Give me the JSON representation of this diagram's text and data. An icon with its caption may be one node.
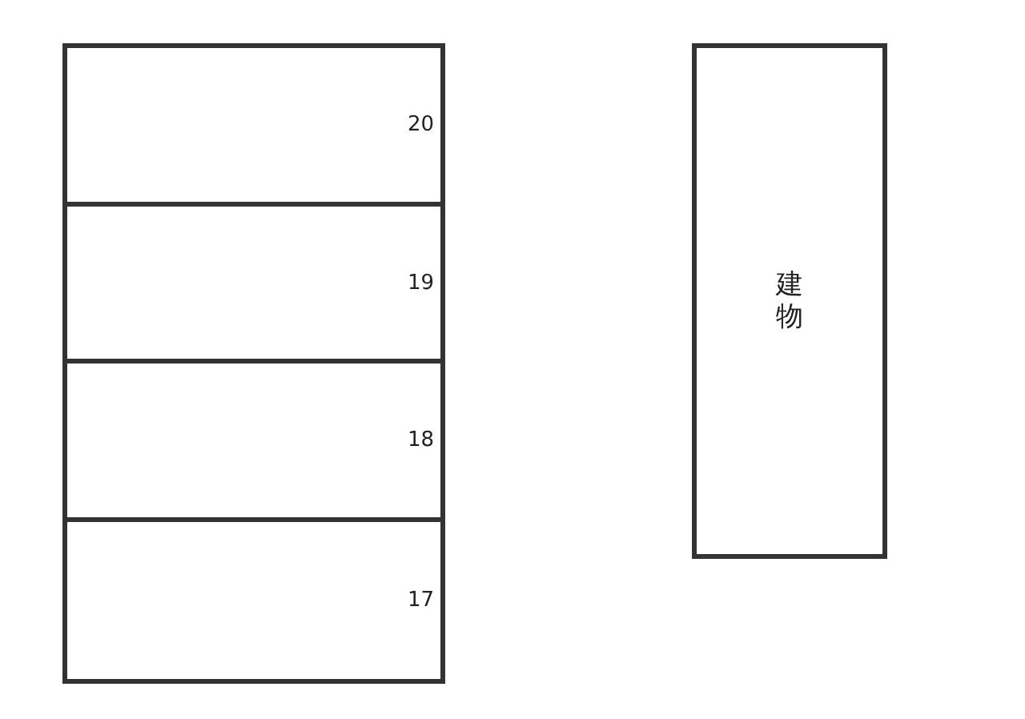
{
  "diagram": {
    "nodes": [
      {
        "text": [
          "20"
        ]
      },
      {
        "text": [
          "19"
        ]
      },
      {
        "text": [
          "18"
        ]
      },
      {
        "text": [
          "17"
        ]
      },
      {
        "text": [
          "建物"
        ]
      }
    ]
  }
}
